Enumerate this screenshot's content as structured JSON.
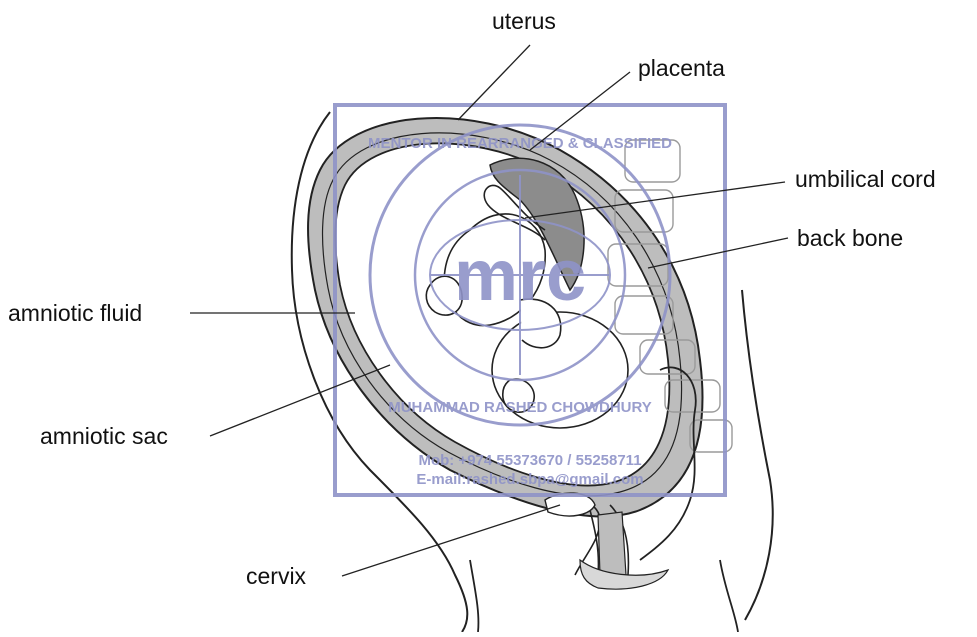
{
  "labels": {
    "uterus": "uterus",
    "placenta": "placenta",
    "umbilical_cord": "umbilical cord",
    "back_bone": "back bone",
    "amniotic_fluid": "amniotic fluid",
    "amniotic_sac": "amniotic sac",
    "cervix": "cervix"
  },
  "watermark": {
    "logo_text": "mrc",
    "ring_text": "MENTOR IN REARRANGED & CLASSIFIED",
    "name_text": "MUHAMMAD RASHED CHOWDHURY",
    "mobile": "Mob: +974 55373670 / 55258711",
    "email": "E-mail:rashed.sbpa@gmail.com",
    "color": "#8f93c8"
  },
  "colors": {
    "line": "#222222",
    "uterus_fill": "#bdbdbd",
    "placenta_fill": "#8c8c8c"
  }
}
